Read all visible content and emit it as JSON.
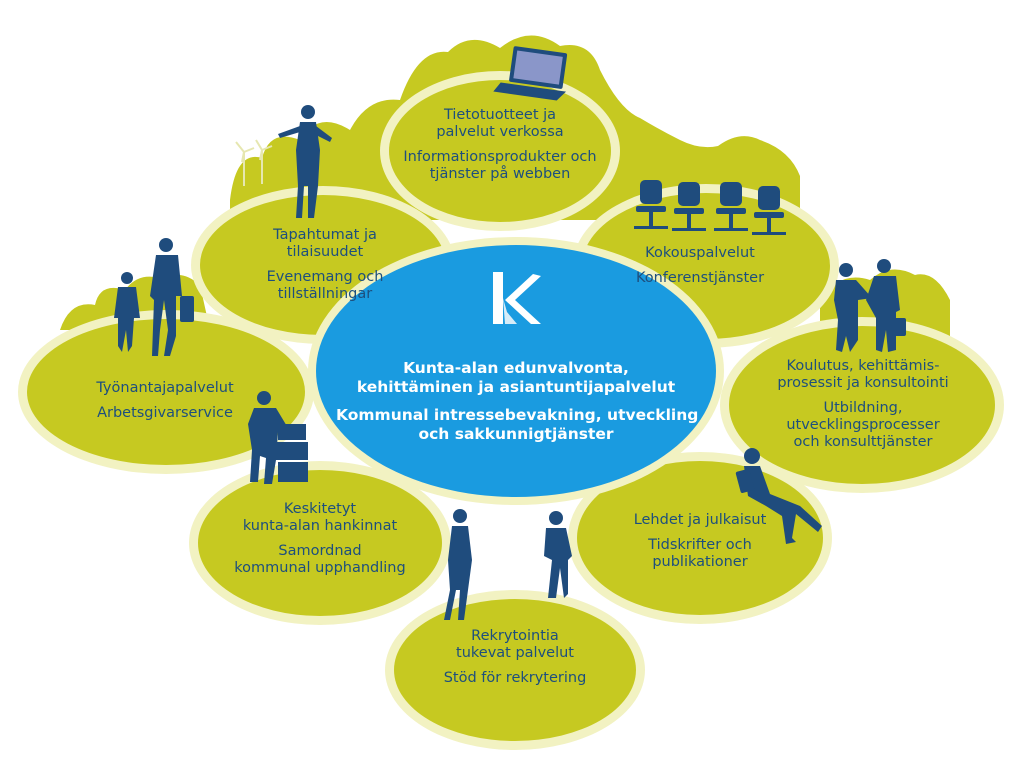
{
  "colors": {
    "petal": "#c6c921",
    "petal_edge": "#f2f2c2",
    "cloud": "#c6c921",
    "center": "#1a9be0",
    "text": "#1d4f7e",
    "silhouette": "#1f4c7d"
  },
  "logo": {
    "letter": "K"
  },
  "center": {
    "fi": [
      "Kunta-alan edunvalvonta,",
      "kehittäminen ja asiantuntijapalvelut"
    ],
    "sv": [
      "Kommunal intressebevakning, utveckling",
      "och sakkunnigtjänster"
    ]
  },
  "services": [
    {
      "key": "web",
      "fi": [
        "Tietotuotteet ja",
        "palvelut verkossa"
      ],
      "sv": [
        "Informationsprodukter och",
        "tjänster på webben"
      ]
    },
    {
      "key": "events",
      "fi": [
        "Tapahtumat ja",
        "tilaisuudet"
      ],
      "sv": [
        "Evenemang och",
        "tillställningar"
      ]
    },
    {
      "key": "conference",
      "fi": [
        "Kokouspalvelut"
      ],
      "sv": [
        "Konferenstjänster"
      ]
    },
    {
      "key": "employer",
      "fi": [
        "Työnantajapalvelut"
      ],
      "sv": [
        "Arbetsgivarservice"
      ]
    },
    {
      "key": "training",
      "fi": [
        "Koulutus, kehittämis-",
        "prosessit ja konsultointi"
      ],
      "sv": [
        "Utbildning,",
        "utvecklingsprocesser",
        "och konsulttjänster"
      ]
    },
    {
      "key": "procurement",
      "fi": [
        "Keskitetyt",
        "kunta-alan hankinnat"
      ],
      "sv": [
        "Samordnad",
        "kommunal upphandling"
      ]
    },
    {
      "key": "publications",
      "fi": [
        "Lehdet ja julkaisut"
      ],
      "sv": [
        "Tidskrifter och",
        "publikationer"
      ]
    },
    {
      "key": "recruitment",
      "fi": [
        "Rekrytointia",
        "tukevat palvelut"
      ],
      "sv": [
        "Stöd för rekrytering"
      ]
    }
  ],
  "icons": [
    "laptop-icon",
    "chairs-icon",
    "presenter-silhouette-icon",
    "wind-turbines-icon",
    "walking-businessmen-icon",
    "handshake-icon",
    "worker-with-boxes-icon",
    "reading-person-icon",
    "walking-woman-icon",
    "walking-man-icon",
    "k-logo-icon"
  ]
}
